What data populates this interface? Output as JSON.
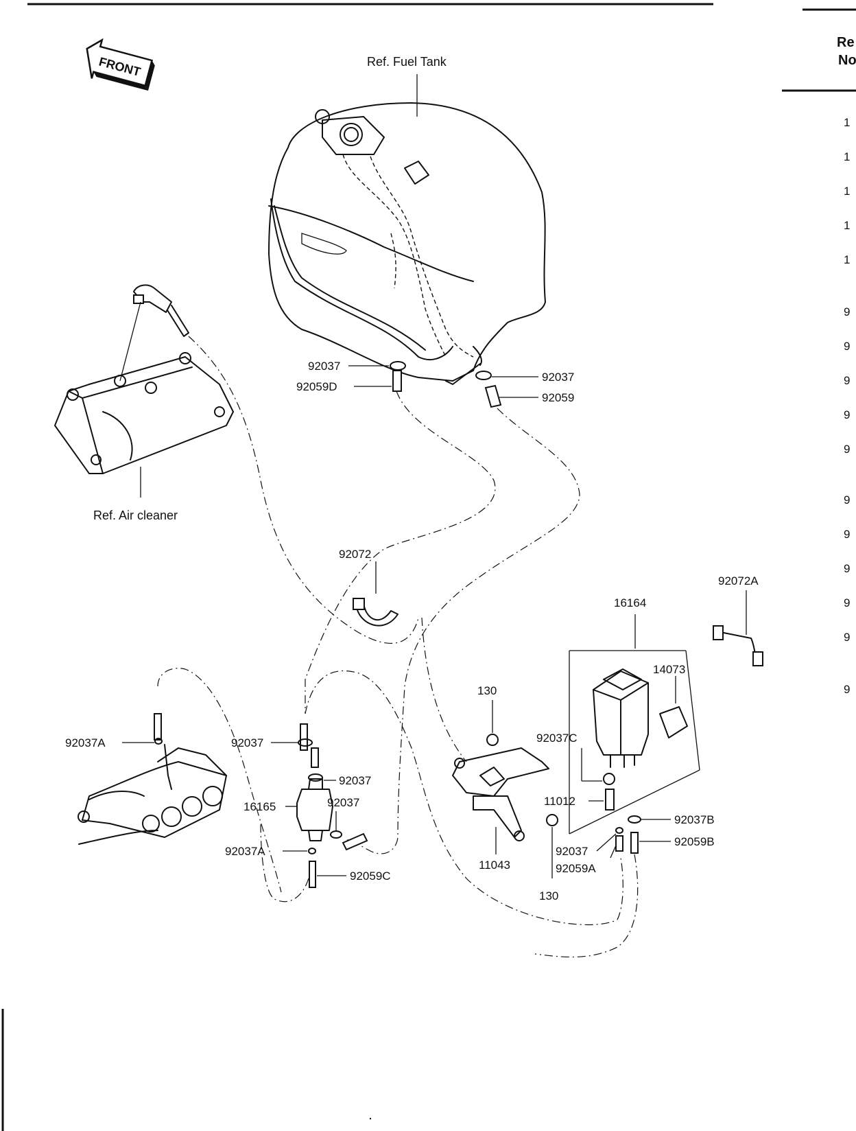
{
  "header": {
    "ref_no_label": "Re",
    "ref_no_label2": "No"
  },
  "front_arrow": {
    "text": "FRONT"
  },
  "references": {
    "fuel_tank": "Ref. Fuel Tank",
    "air_cleaner": "Ref. Air cleaner"
  },
  "callouts": {
    "92037_tank_left": "92037",
    "92059D": "92059D",
    "92037_tank_right": "92037",
    "92059_tank_right": "92059",
    "92072": "92072",
    "92072A": "92072A",
    "16164": "16164",
    "14073": "14073",
    "130_top": "130",
    "92037C": "92037C",
    "11012": "11012",
    "92037B": "92037B",
    "92037_canister": "92037",
    "92059B": "92059B",
    "92059A": "92059A",
    "11043": "11043",
    "130_bottom": "130",
    "92037A_left": "92037A",
    "92037_filter_top": "92037",
    "92037_filter_mid": "92037",
    "92037_filter_right": "92037",
    "16165": "16165",
    "92037A_bottom": "92037A",
    "92059C": "92059C"
  },
  "side_column_partial_numbers": [
    "1",
    "1",
    "1",
    "1",
    "1",
    "9",
    "9",
    "9",
    "9",
    "9",
    "9",
    "9",
    "9",
    "9",
    "9",
    "9"
  ],
  "colors": {
    "ink": "#111111",
    "paper": "#ffffff"
  }
}
